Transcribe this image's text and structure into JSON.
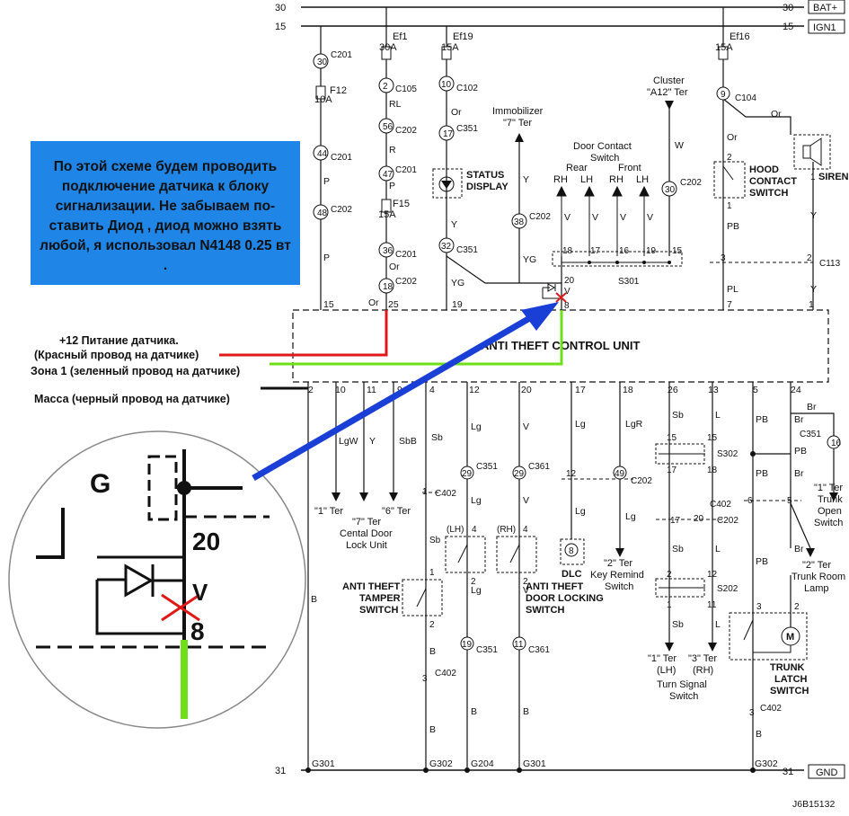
{
  "note": "По этой схеме будем проводить подключение датчика к блоку сигнализации. Не забываем по-ставить Диод , диод можно взять любой, я использовал N4148 0.25 вт .",
  "annotations": {
    "power_line1": "+12 Питание датчика.",
    "power_line2": "(Красный провод на датчике)",
    "zone": "Зона 1 (зеленный провод на датчике)",
    "ground": "Масса (черный провод на датчике)"
  },
  "rails": {
    "bat_num": "30",
    "bat_label": "BAT+",
    "ign_num": "15",
    "ign_label": "IGN1",
    "gnd_num": "31",
    "gnd_label": "GND"
  },
  "unit_label": "ANTI THEFT CONTROL UNIT",
  "fuses": {
    "ef1": [
      "Ef1",
      "30A"
    ],
    "ef19": [
      "Ef19",
      "15A"
    ],
    "ef16": [
      "Ef16",
      "15A"
    ],
    "f12": [
      "F12",
      "10A"
    ],
    "f15": [
      "F15",
      "15A"
    ]
  },
  "modules": {
    "status_display": [
      "STATUS",
      "DISPLAY"
    ],
    "immobilizer": [
      "Immobilizer",
      "\"7\" Ter"
    ],
    "cluster": [
      "Cluster",
      "\"A12\" Ter"
    ],
    "door_contact": [
      "Door Contact",
      "Switch"
    ],
    "rear": "Rear",
    "front": "Front",
    "hood": [
      "HOOD",
      "CONTACT",
      "SWITCH"
    ],
    "siren": "SIREN",
    "trunk_open": [
      "\"1\" Ter",
      "Trunk",
      "Open",
      "Switch"
    ],
    "trunk_room": [
      "\"2\" Ter",
      "Trunk Room",
      "Lamp"
    ],
    "central_lock": [
      "\"1\" Ter",
      "\"7\" Ter",
      "\"6\" Ter",
      "Cental Door",
      "Lock Unit"
    ],
    "key_remind": [
      "\"2\" Ter",
      "Key Remind",
      "Switch"
    ],
    "dlc": "DLC",
    "tamper": [
      "ANTI THEFT",
      "TAMPER",
      "SWITCH"
    ],
    "door_locking": [
      "ANTI THEFT",
      "DOOR LOCKING",
      "SWITCH"
    ],
    "turn_signal": [
      "\"1\" Ter",
      "\"3\" Ter",
      "(LH)",
      "(RH)",
      "Turn Signal",
      "Switch"
    ],
    "trunk_latch": [
      "TRUNK",
      "LATCH",
      "SWITCH"
    ]
  },
  "diagram_code": "J6B15132",
  "zoom_labels": {
    "g": "G",
    "pin20": "20",
    "pin8": "8",
    "v": "V"
  },
  "colors": {
    "power_wire": "#e01818",
    "zone_wire": "#6ee01a",
    "ground_wire": "#111111",
    "arrow": "#1a3fd6",
    "note_bg": "#1f86e8",
    "cross": "#e01818"
  }
}
